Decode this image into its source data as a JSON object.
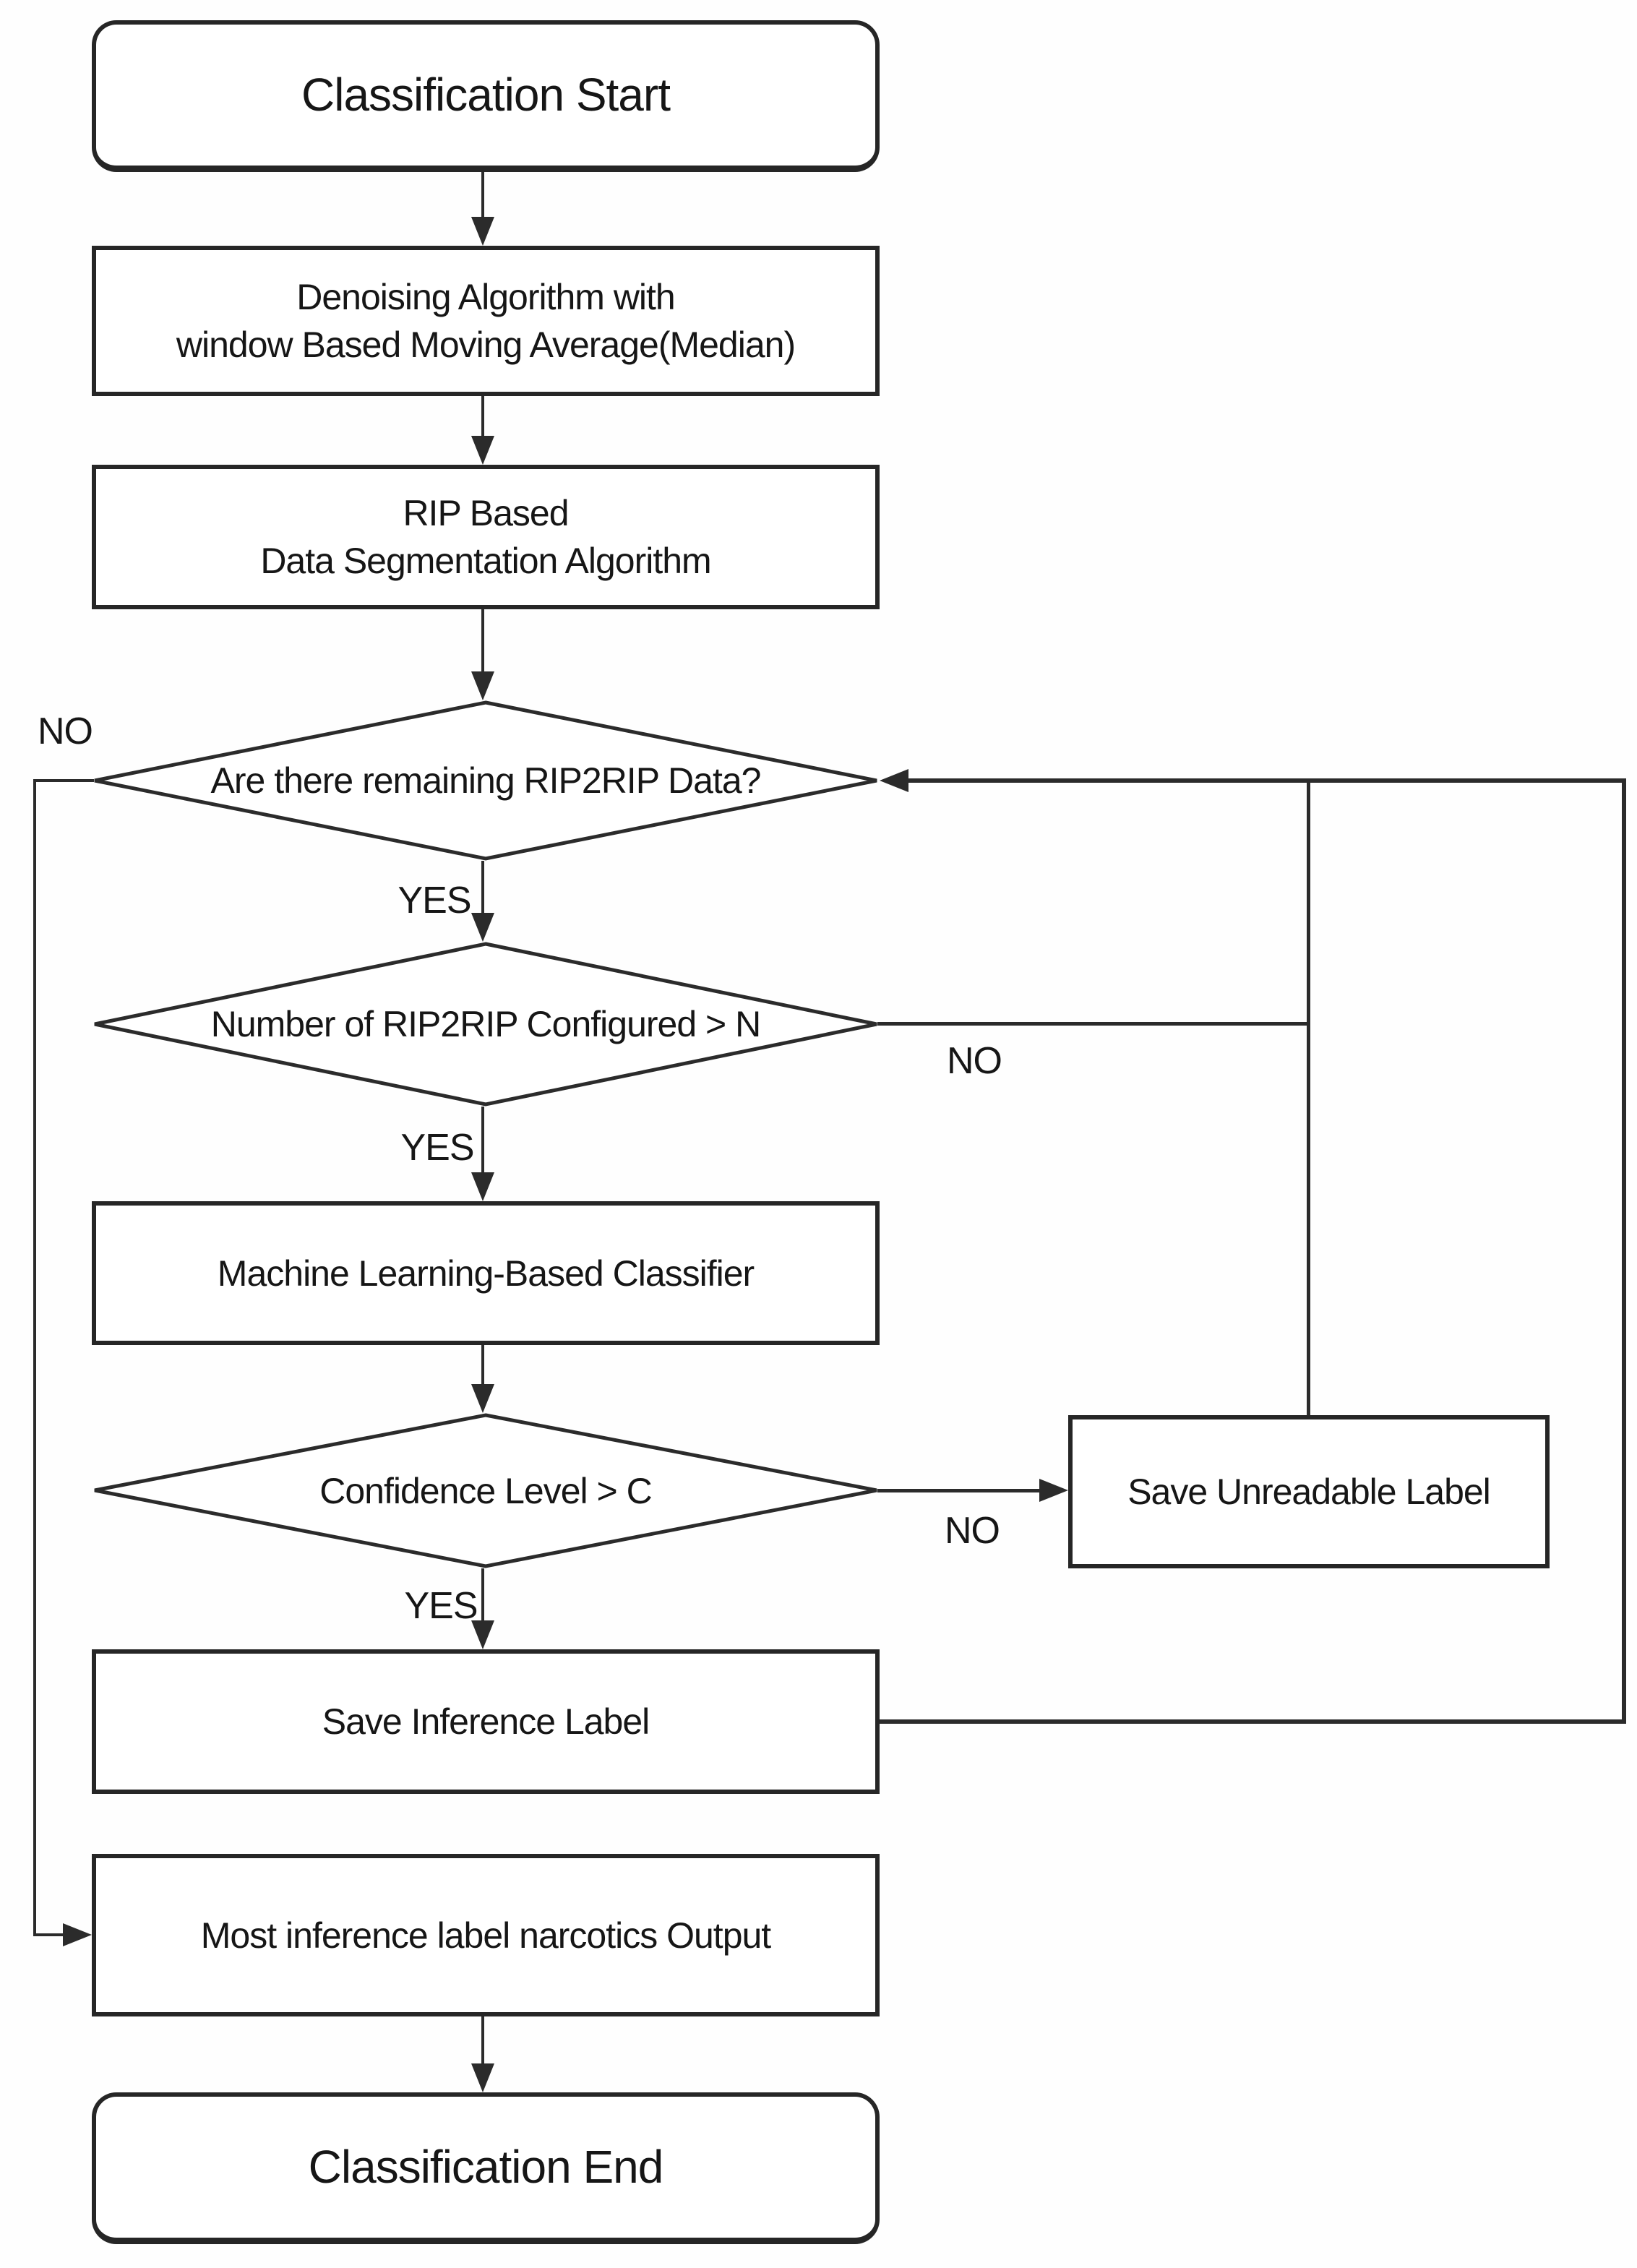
{
  "flowchart": {
    "description": "Narcotics classification flowchart",
    "colors": {
      "line": "#2b2b2b",
      "text": "#161616",
      "node_fill": "#ffffff",
      "background": "#fefefe"
    },
    "nodes": {
      "start": {
        "type": "terminator",
        "label": "Classification Start"
      },
      "denoising": {
        "type": "process",
        "label": "Denoising Algorithm with\nwindow Based Moving Average(Median)"
      },
      "segmentation": {
        "type": "process",
        "label": "RIP Based\nData Segmentation Algorithm"
      },
      "remaining_check": {
        "type": "decision",
        "label": "Are there remaining RIP2RIP Data?"
      },
      "configured_check": {
        "type": "decision",
        "label": "Number of RIP2RIP Configured > N"
      },
      "classifier": {
        "type": "process",
        "label": "Machine Learning-Based Classifier"
      },
      "confidence_check": {
        "type": "decision",
        "label": "Confidence Level > C"
      },
      "save_unreadable": {
        "type": "process",
        "label": "Save Unreadable Label"
      },
      "save_inference": {
        "type": "process",
        "label": "Save Inference Label"
      },
      "most_inference_output": {
        "type": "process",
        "label": "Most inference label narcotics Output"
      },
      "end": {
        "type": "terminator",
        "label": "Classification End"
      }
    },
    "edges": {
      "remaining_no": {
        "label": "NO"
      },
      "remaining_yes": {
        "label": "YES"
      },
      "configured_no": {
        "label": "NO"
      },
      "configured_yes": {
        "label": "YES"
      },
      "confidence_no": {
        "label": "NO"
      },
      "confidence_yes": {
        "label": "YES"
      }
    }
  }
}
